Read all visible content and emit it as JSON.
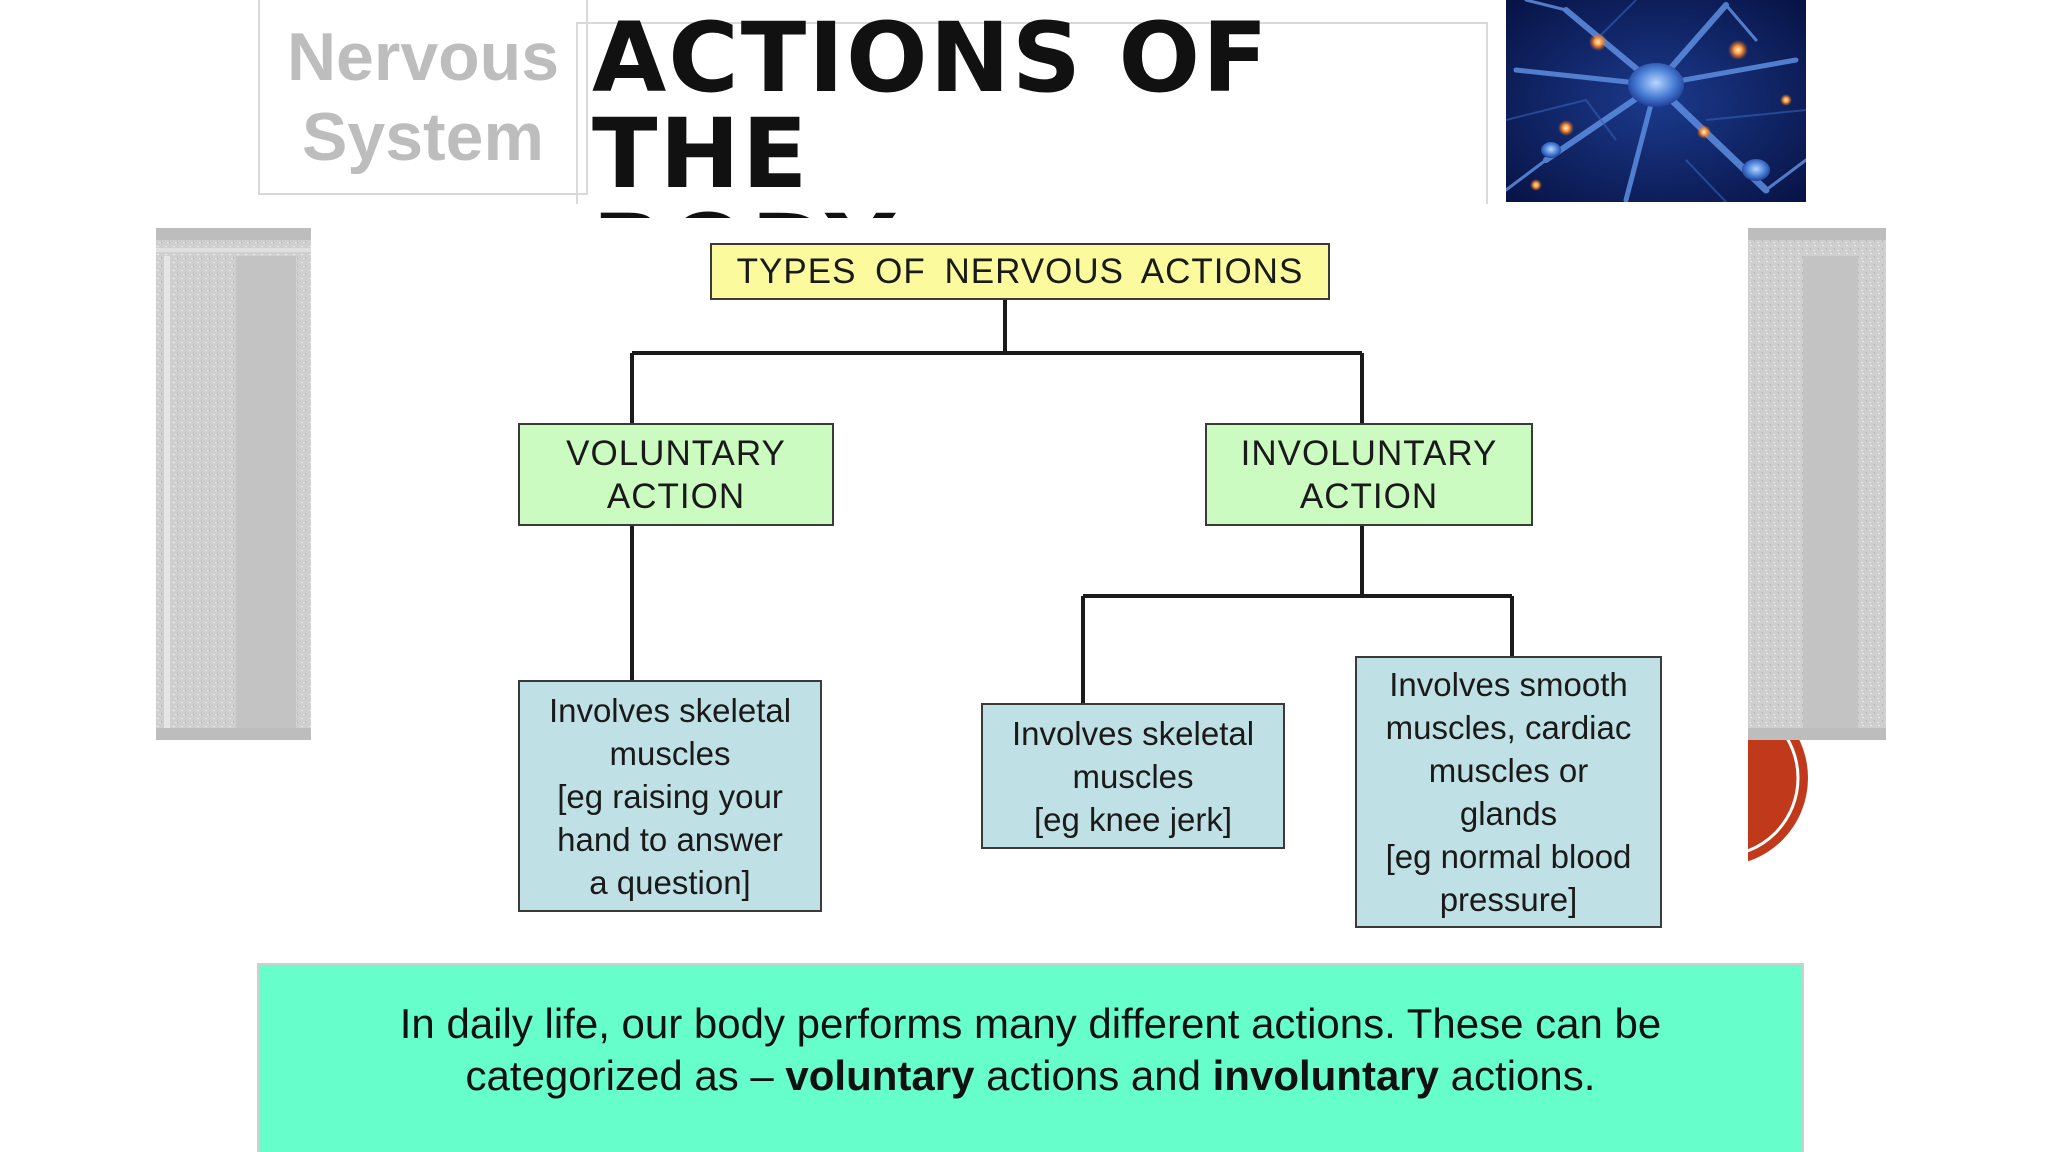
{
  "header": {
    "side_label_line1": "Nervous",
    "side_label_line2": "System",
    "title_line1": "ACTIONS OF THE",
    "title_line2": "BODY"
  },
  "diagram": {
    "root": "TYPES OF NERVOUS ACTIONS",
    "voluntary": {
      "label": "VOLUNTARY\nACTION",
      "leaf": "Involves skeletal\nmuscles\n[eg raising your\nhand to answer\na question]"
    },
    "involuntary": {
      "label": "INVOLUNTARY\nACTION",
      "leaf_left": "Involves skeletal\nmuscles\n[eg knee jerk]",
      "leaf_right": "Involves smooth\nmuscles, cardiac\nmuscles or\nglands\n[eg normal blood\npressure]"
    }
  },
  "caption": {
    "part1": "In daily life, our body performs many different actions. These can be categorized as – ",
    "bold1": "voluntary",
    "part2": " actions and ",
    "bold2": "involuntary",
    "part3": " actions."
  },
  "colors": {
    "root_fill": "#fbfb9e",
    "type_fill": "#ccfbc2",
    "leaf_fill": "#bfe0e4",
    "caption_fill": "#66ffcc"
  }
}
